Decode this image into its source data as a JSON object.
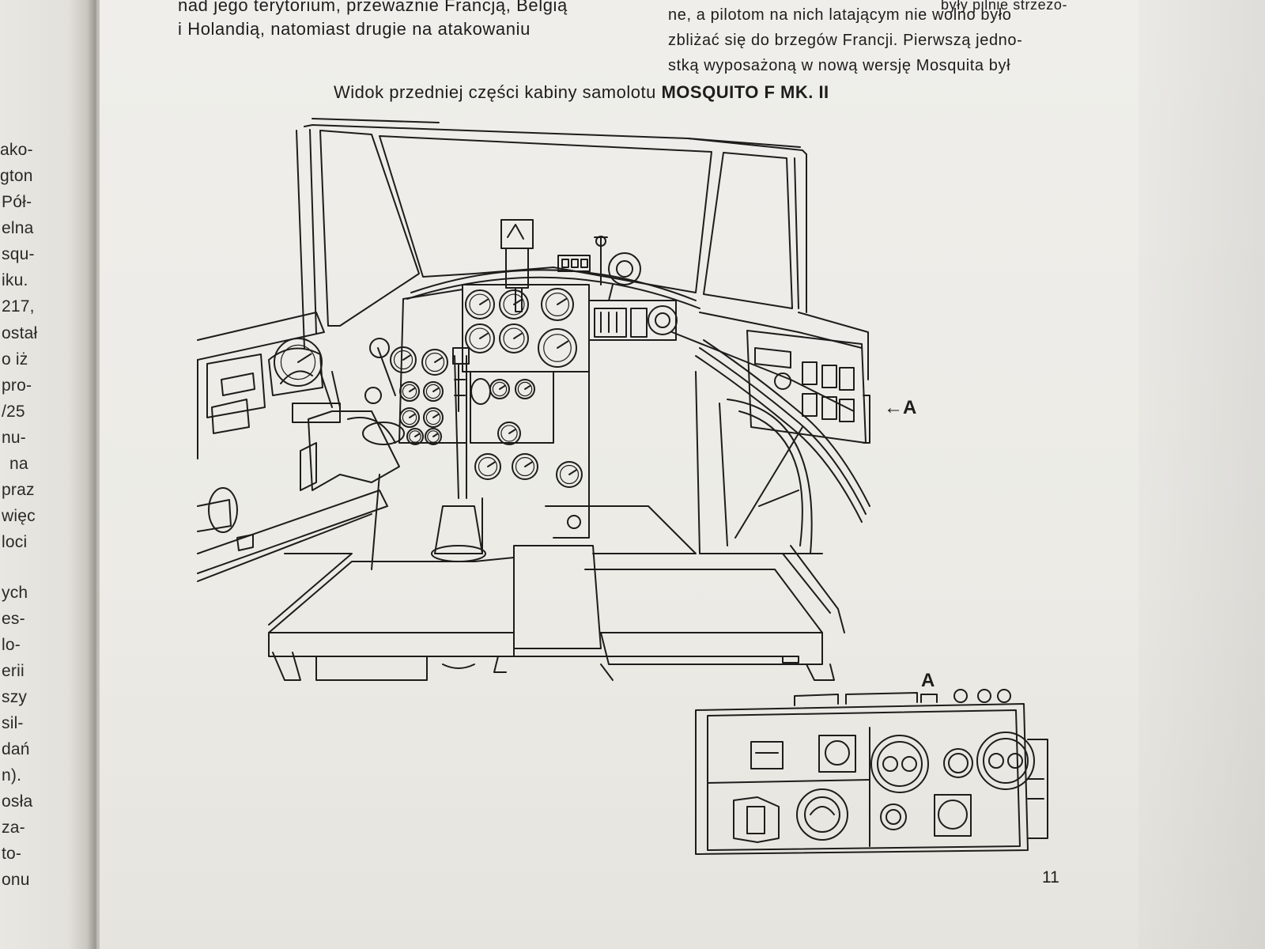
{
  "left_fragments": [
    "ako-",
    "gton",
    "Pół-",
    "elna",
    "squ-",
    "iku.",
    "217,",
    "ostał",
    "o iż",
    "pro-",
    "/25",
    "nu-",
    "na",
    "praz",
    "więc",
    "loci",
    "ych",
    "es-",
    "lo-",
    "erii",
    "szy",
    "sil-",
    "dań",
    "n).",
    "osła",
    "za-",
    "to-",
    "onu"
  ],
  "col1_lines": [
    "nad jego terytorium, przeważnie Francją, Belgią",
    "i Holandią, natomiast drugie na atakowaniu"
  ],
  "col2_lines": [
    "ne, a pilotom na nich latającym nie wolno było",
    "zbliżać się do brzegów Francji. Pierwszą jedno-",
    "stką wyposażoną w nową wersję Mosquita był"
  ],
  "col2_top_fragment": "były pilnie strzeżo-",
  "caption": {
    "prefix": "Widok przedniej części kabiny samolotu",
    "bold": "MOSQUITO F MK. II"
  },
  "pointer_label": "←A",
  "detail_label": "A",
  "page_number": "11"
}
